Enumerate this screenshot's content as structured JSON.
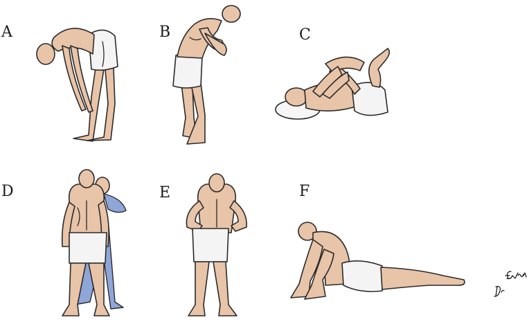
{
  "panels": [
    {
      "letter": "A"
    },
    {
      "letter": "B"
    },
    {
      "letter": "C"
    },
    {
      "letter": "D"
    },
    {
      "letter": "E"
    },
    {
      "letter": "F"
    }
  ],
  "signature": "Dr Evan",
  "palette": {
    "skin": "#e8c4a8",
    "shorts": "#f4f4f4",
    "assistant_clothing": "#8fa6d8",
    "outline": "#2a2a2a"
  }
}
